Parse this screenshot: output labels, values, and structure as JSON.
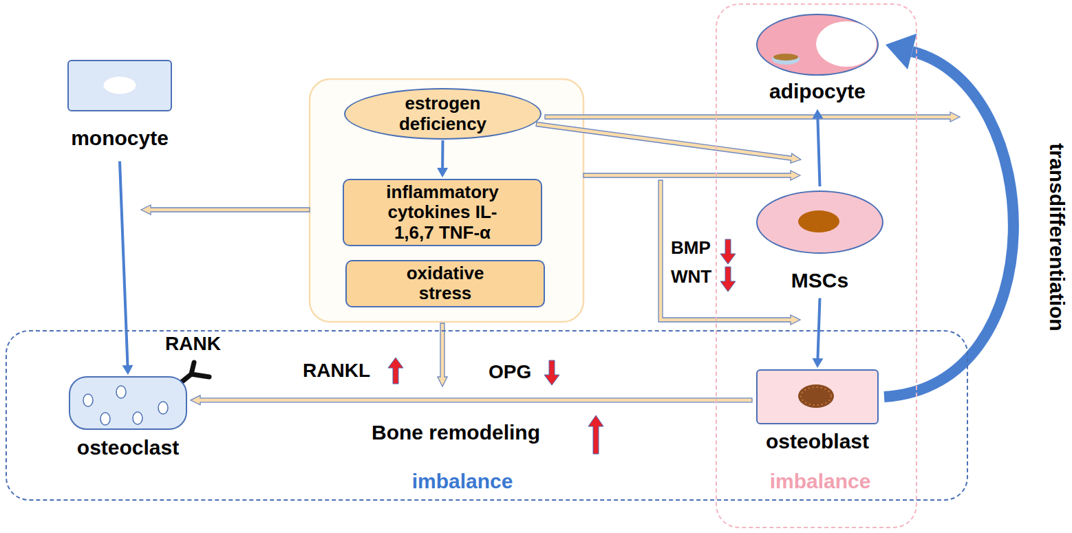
{
  "diagram": {
    "nodes": [
      {
        "text": [
          "monocyte"
        ]
      },
      {
        "text": [
          "estrogen deficiency"
        ]
      },
      {
        "text": [
          "inflammatory cytokines IL-1,6,7 TNF-α"
        ]
      },
      {
        "text": [
          "oxidative stress"
        ]
      },
      {
        "text": [
          "imbalance"
        ]
      },
      {
        "text": [
          "adipocyte"
        ],
        "in": 4
      },
      {
        "text": [
          "MSCs"
        ],
        "in": 4
      },
      {
        "text": [
          "imbalance"
        ]
      },
      {
        "text": [
          "osteoclast"
        ],
        "in": 7
      },
      {
        "text": [
          "osteoblast"
        ],
        "in": 4
      }
    ],
    "edges": [
      {
        "from": 1,
        "to": 2,
        "arrow": "to"
      },
      {
        "from": 1,
        "to": 6,
        "arrow": "to"
      },
      {
        "from": 0,
        "to": 8,
        "arrow": "to"
      },
      {
        "from": 6,
        "to": 5,
        "arrow": "to"
      },
      {
        "from": 6,
        "to": 9,
        "arrow": "to"
      },
      {
        "from": 9,
        "to": 8,
        "arrow": "to"
      },
      {
        "from": 9,
        "to": 5,
        "arrow": "to",
        "label": "transdifferentiation"
      }
    ],
    "labels": [
      "RANK",
      "RANKL",
      "OPG",
      "Bone remodeling",
      "BMP",
      "WNT"
    ]
  }
}
